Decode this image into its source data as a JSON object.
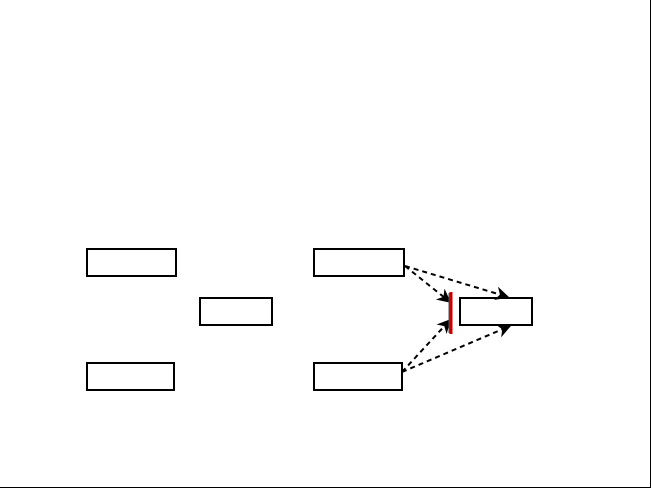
{
  "diagram": {
    "stroke_color": "#000000",
    "fill_color": "#ffffff",
    "highlight_color": "#cc0000",
    "nodes": [
      {
        "id": "box-left-top",
        "label": ""
      },
      {
        "id": "box-left-bottom",
        "label": ""
      },
      {
        "id": "box-center",
        "label": ""
      },
      {
        "id": "box-mid-top",
        "label": ""
      },
      {
        "id": "box-mid-bottom",
        "label": ""
      },
      {
        "id": "box-right",
        "label": ""
      }
    ],
    "edges": [
      {
        "from": "box-mid-top",
        "to": "junction-bar",
        "style": "dashed"
      },
      {
        "from": "box-mid-top",
        "to": "box-right",
        "style": "dashed"
      },
      {
        "from": "box-mid-bottom",
        "to": "junction-bar",
        "style": "dashed"
      },
      {
        "from": "box-mid-bottom",
        "to": "box-right",
        "style": "dashed"
      }
    ]
  }
}
